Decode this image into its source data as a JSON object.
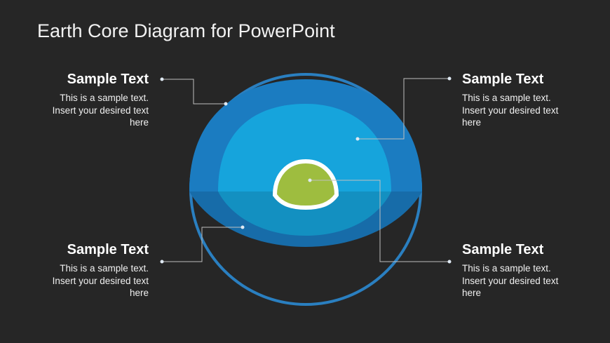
{
  "title": "Earth Core Diagram for PowerPoint",
  "labels": [
    {
      "heading": "Sample Text",
      "body": [
        "This is a sample text.",
        "Insert your desired text",
        "here"
      ]
    },
    {
      "heading": "Sample Text",
      "body": [
        "This is a sample text.",
        "Insert your desired text",
        "here"
      ]
    },
    {
      "heading": "Sample Text",
      "body": [
        "This is a sample text.",
        "Insert your desired text",
        "here"
      ]
    },
    {
      "heading": "Sample Text",
      "body": [
        "This is a sample text.",
        "Insert your desired text",
        "here"
      ]
    }
  ],
  "colors": {
    "background": "#262626",
    "ring": "#2a7fc0",
    "crust": "#1b7cc1",
    "mantle": "#16a4dc",
    "core": "#9ebd3f",
    "core_border": "#ffffff"
  }
}
